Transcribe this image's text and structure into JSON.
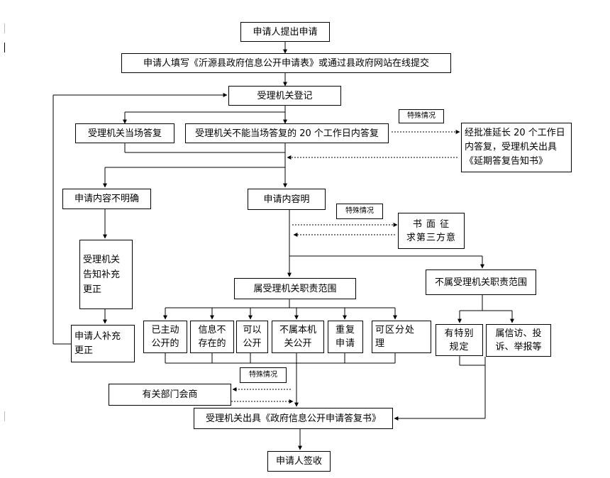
{
  "nodes": {
    "submit": "申请人提出申请",
    "fill_form": "申请人填写《沂源县政府信息公开申请表》或通过县政府网站在线提交",
    "register": "受理机关登记",
    "answer_now": "受理机关当场答复",
    "answer_20days": "受理机关不能当场答复的 20 个工作日内答复",
    "extend": "经批准延长 20 个工作日\n内答复，受理机关出具\n《延期答复告知书》",
    "unclear": "申请内容不明确",
    "clear": "申请内容明",
    "third_party": "书 面 征\n求第三方意",
    "notify_fix": "受理机关\n告知补充\n更正",
    "applicant_fix": "申请人补充\n更正",
    "in_scope": "属受理机关职责范围",
    "out_scope": "不属受理机关职责范围",
    "disclosed": "已主动\n公开的",
    "not_exist": "信息不\n存在的",
    "can_disclose": "可以\n公开",
    "not_public": "不属本机\n关公开",
    "duplicate": "重复\n申请",
    "separate": "可区分处\n理",
    "specific": "有特别\n规定",
    "petition": "属信访、投\n诉、举报等",
    "consult": "有关部门会商",
    "reply_letter": "受理机关出具《政府信息公开申请答复书》",
    "sign": "申请人签收"
  },
  "tags": {
    "special_1": "特殊情况",
    "special_2": "特殊情况",
    "special_3": "特殊情况"
  },
  "colors": {
    "line": "#000000",
    "background": "#ffffff"
  }
}
